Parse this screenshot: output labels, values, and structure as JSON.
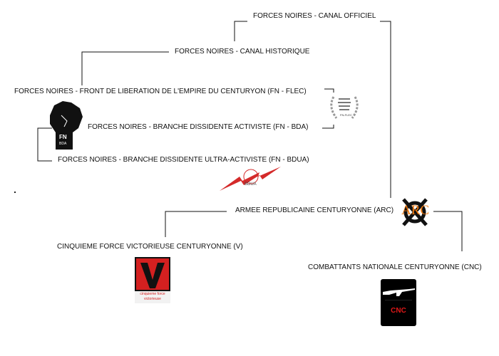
{
  "nodes": {
    "canal_officiel": "FORCES NOIRES - CANAL OFFICIEL",
    "canal_historique": "FORCES NOIRES - CANAL HISTORIQUE",
    "flec": "FORCES NOIRES - FRONT DE LIBERATION DE L'EMPIRE DU CENTURYON (FN - FLEC)",
    "bda": "FORCES NOIRES - BRANCHE DISSIDENTE ACTIVISTE (FN - BDA)",
    "bdua": "FORCES NOIRES - BRANCHE DISSIDENTE ULTRA-ACTIVISTE (FN - BDUA)",
    "arc": "ARMEE REPUBLICAINE CENTURYONNE (ARC)",
    "v": "CINQUIEME FORCE VICTORIEUSE CENTURYONNE (V)",
    "cnc": "COMBATTANTS NATIONALE CENTURYONNE (CNC)"
  },
  "logos": {
    "flec": "FN-FLEC",
    "bda_fn": "FN",
    "bda": "BDA",
    "bdua": "BDUA",
    "arc": "ARC",
    "v_caption": "cinquieme force victorieuse",
    "cnc": "CNC"
  },
  "colors": {
    "line": "#111111",
    "bdua_red": "#d42a2a",
    "arc_orange": "#f07a10",
    "v_red": "#d42020",
    "cnc_red": "#e01818"
  }
}
